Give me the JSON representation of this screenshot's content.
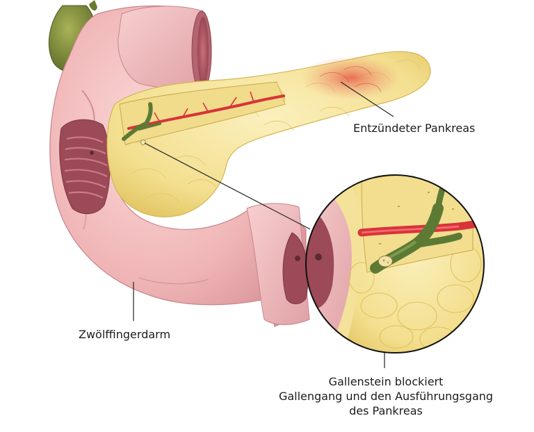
{
  "labels": {
    "inflamed_pancreas": "Entzündeter Pankreas",
    "duodenum": "Zwölffingerdarm",
    "gallstone": {
      "line1": "Gallenstein blockiert",
      "line2": "Gallengang und den Ausführungsgang",
      "line3": "des Pankreas"
    }
  },
  "colors": {
    "duodenum": "#f2b8b8",
    "duodenum_shadow": "#d98f93",
    "duodenum_inner": "#a85b66",
    "pancreas": "#f4e29a",
    "pancreas_cut": "#ecd46a",
    "inflammation": "#e8735a",
    "blood_vessel": "#d8333a",
    "bile_duct": "#5d7a35",
    "gallbladder": "#7c8a3a",
    "leader_line": "#222222"
  }
}
